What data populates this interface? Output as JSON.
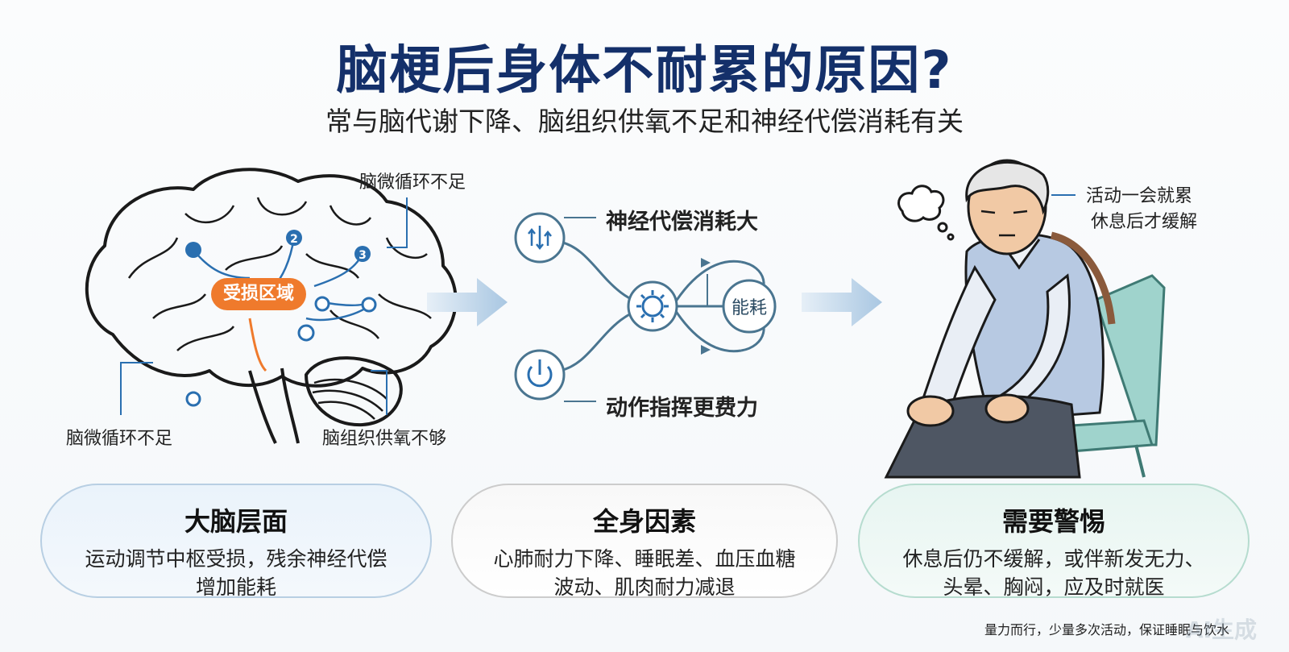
{
  "title": "脑梗后身体不耐累的原因?",
  "subtitle": "常与脑代谢下降、脑组织供氧不足和神经代偿消耗有关",
  "brain": {
    "label_top": "脑微循环不足",
    "label_bottom_left": "脑微循环不足",
    "label_bottom_right": "脑组织供氧不够",
    "damage_tag": "受损区域",
    "markers": [
      "2",
      "3"
    ]
  },
  "mechanism": {
    "top_label": "神经代偿消耗大",
    "bottom_label": "动作指挥更费力",
    "energy_node": "能耗"
  },
  "person": {
    "note_line1": "活动一会就累",
    "note_line2": "休息后才缓解"
  },
  "cards": [
    {
      "title": "大脑层面",
      "text": "运动调节中枢受损，残余神经代偿增加能耗"
    },
    {
      "title": "全身因素",
      "text": "心肺耐力下降、睡眠差、血压血糖波动、肌肉耐力减退"
    },
    {
      "title": "需要警惕",
      "text": "休息后仍不缓解，或伴新发无力、头晕、胸闷，应及时就医"
    }
  ],
  "footer": "量力而行，少量多次活动，保证睡眠与饮水",
  "watermark": "AI生成",
  "colors": {
    "title": "#14306a",
    "accent_orange": "#ef7a2c",
    "line_blue": "#2a6fb0",
    "arrow": "#a9c7e2"
  }
}
